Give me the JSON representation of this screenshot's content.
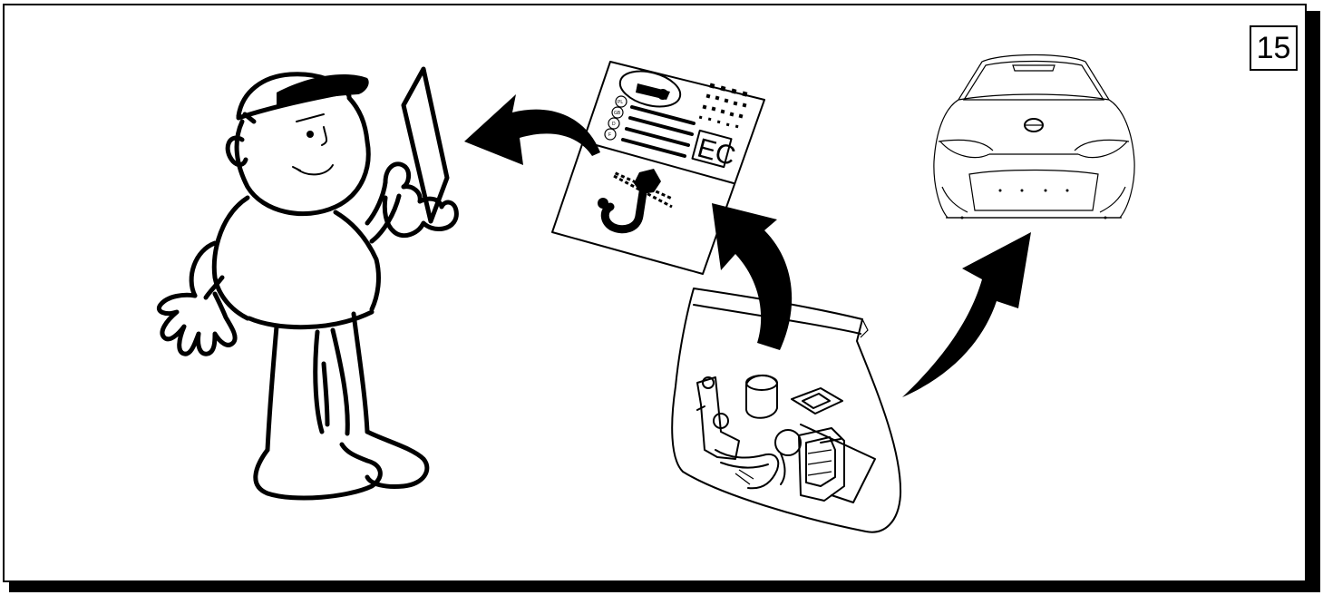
{
  "step": {
    "number": "15"
  },
  "certificate": {
    "mark_text": "EC",
    "country_codes": [
      "PL",
      "GB",
      "D",
      "F"
    ]
  },
  "arrows": {
    "color": "#000000"
  }
}
